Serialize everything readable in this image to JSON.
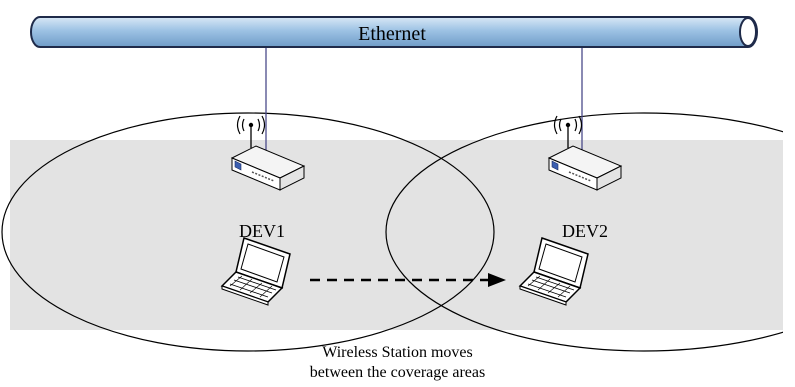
{
  "bus": {
    "label": "Ethernet"
  },
  "access_points": [
    {
      "label": "DEV1"
    },
    {
      "label": "DEV2"
    }
  ],
  "caption": {
    "line1": "Wireless Station moves",
    "line2": "between the coverage areas"
  },
  "colors": {
    "bus_fill": "#9dc2e4",
    "bus_stroke": "#1f2b4a",
    "coverage_fill": "#e3e3e3",
    "wire": "#4a4a8a",
    "stroke": "#000000"
  },
  "icons": [
    "ethernet-bus",
    "wifi-signal-icon",
    "access-point-router-icon",
    "laptop-icon",
    "dashed-arrow"
  ]
}
